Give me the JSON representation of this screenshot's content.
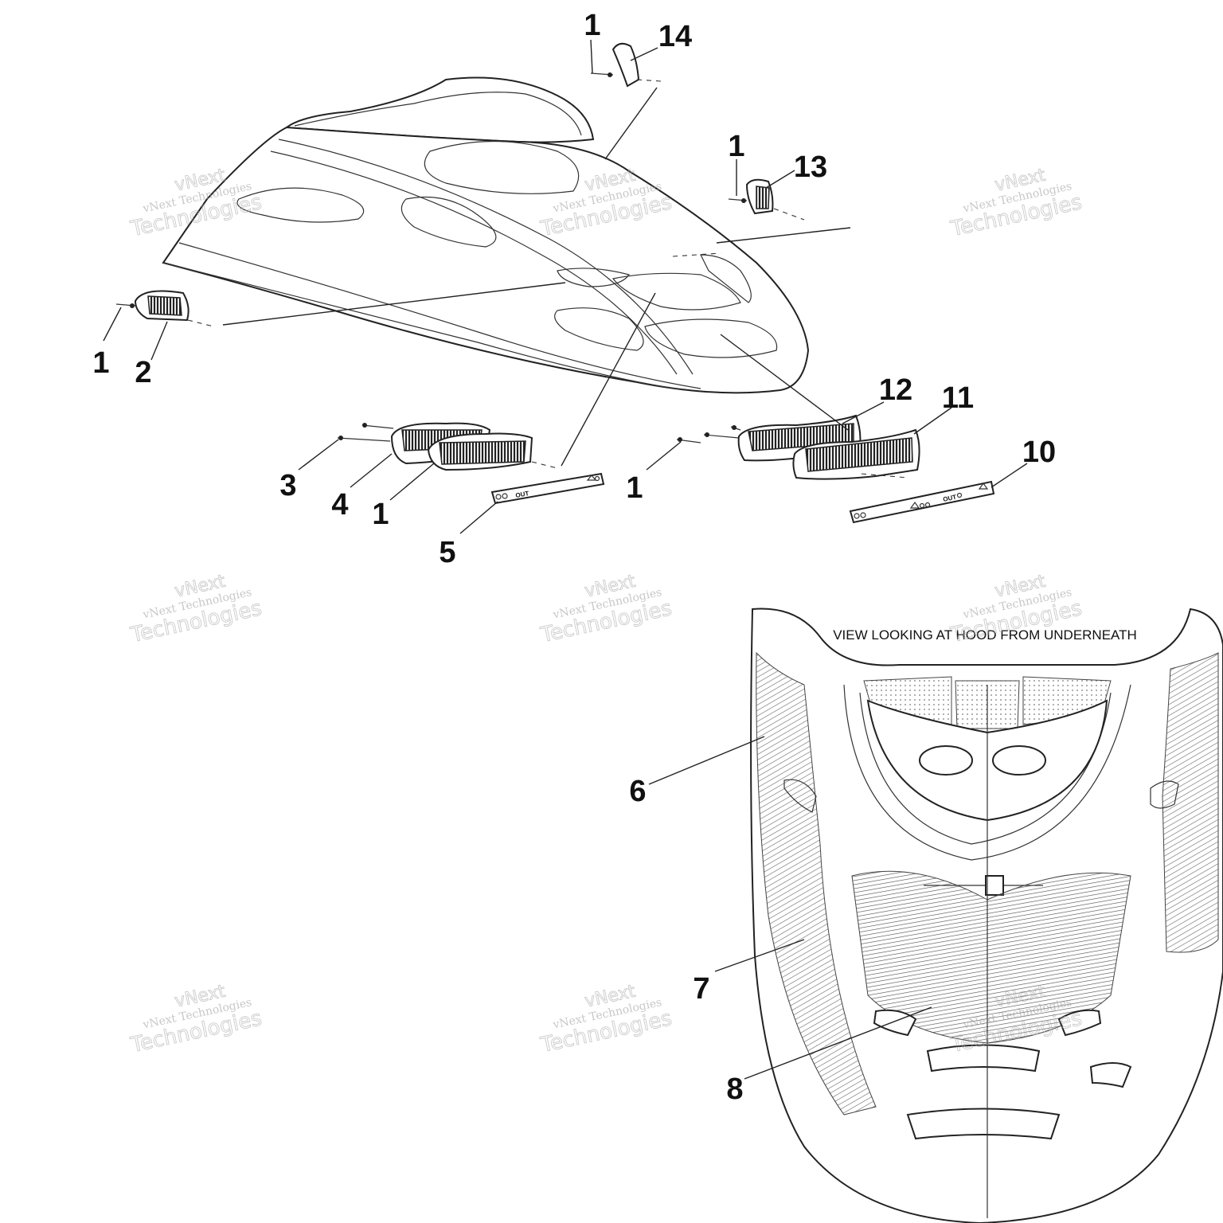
{
  "caption": "VIEW LOOKING AT HOOD FROM UNDERNEATH",
  "watermark": {
    "line0": "vNext",
    "line1": "vNext Technologies",
    "line2": "Technologies"
  },
  "decal_text": "OUT",
  "callouts": [
    {
      "id": "c1a",
      "label": "1"
    },
    {
      "id": "c14",
      "label": "14"
    },
    {
      "id": "c1b",
      "label": "1"
    },
    {
      "id": "c13",
      "label": "13"
    },
    {
      "id": "c1c",
      "label": "1"
    },
    {
      "id": "c2",
      "label": "2"
    },
    {
      "id": "c12",
      "label": "12"
    },
    {
      "id": "c11",
      "label": "11"
    },
    {
      "id": "c1d",
      "label": "1"
    },
    {
      "id": "c3",
      "label": "3"
    },
    {
      "id": "c4",
      "label": "4"
    },
    {
      "id": "c1e",
      "label": "1"
    },
    {
      "id": "c10",
      "label": "10"
    },
    {
      "id": "c5",
      "label": "5"
    },
    {
      "id": "c6",
      "label": "6"
    },
    {
      "id": "c7",
      "label": "7"
    },
    {
      "id": "c8",
      "label": "8"
    }
  ]
}
